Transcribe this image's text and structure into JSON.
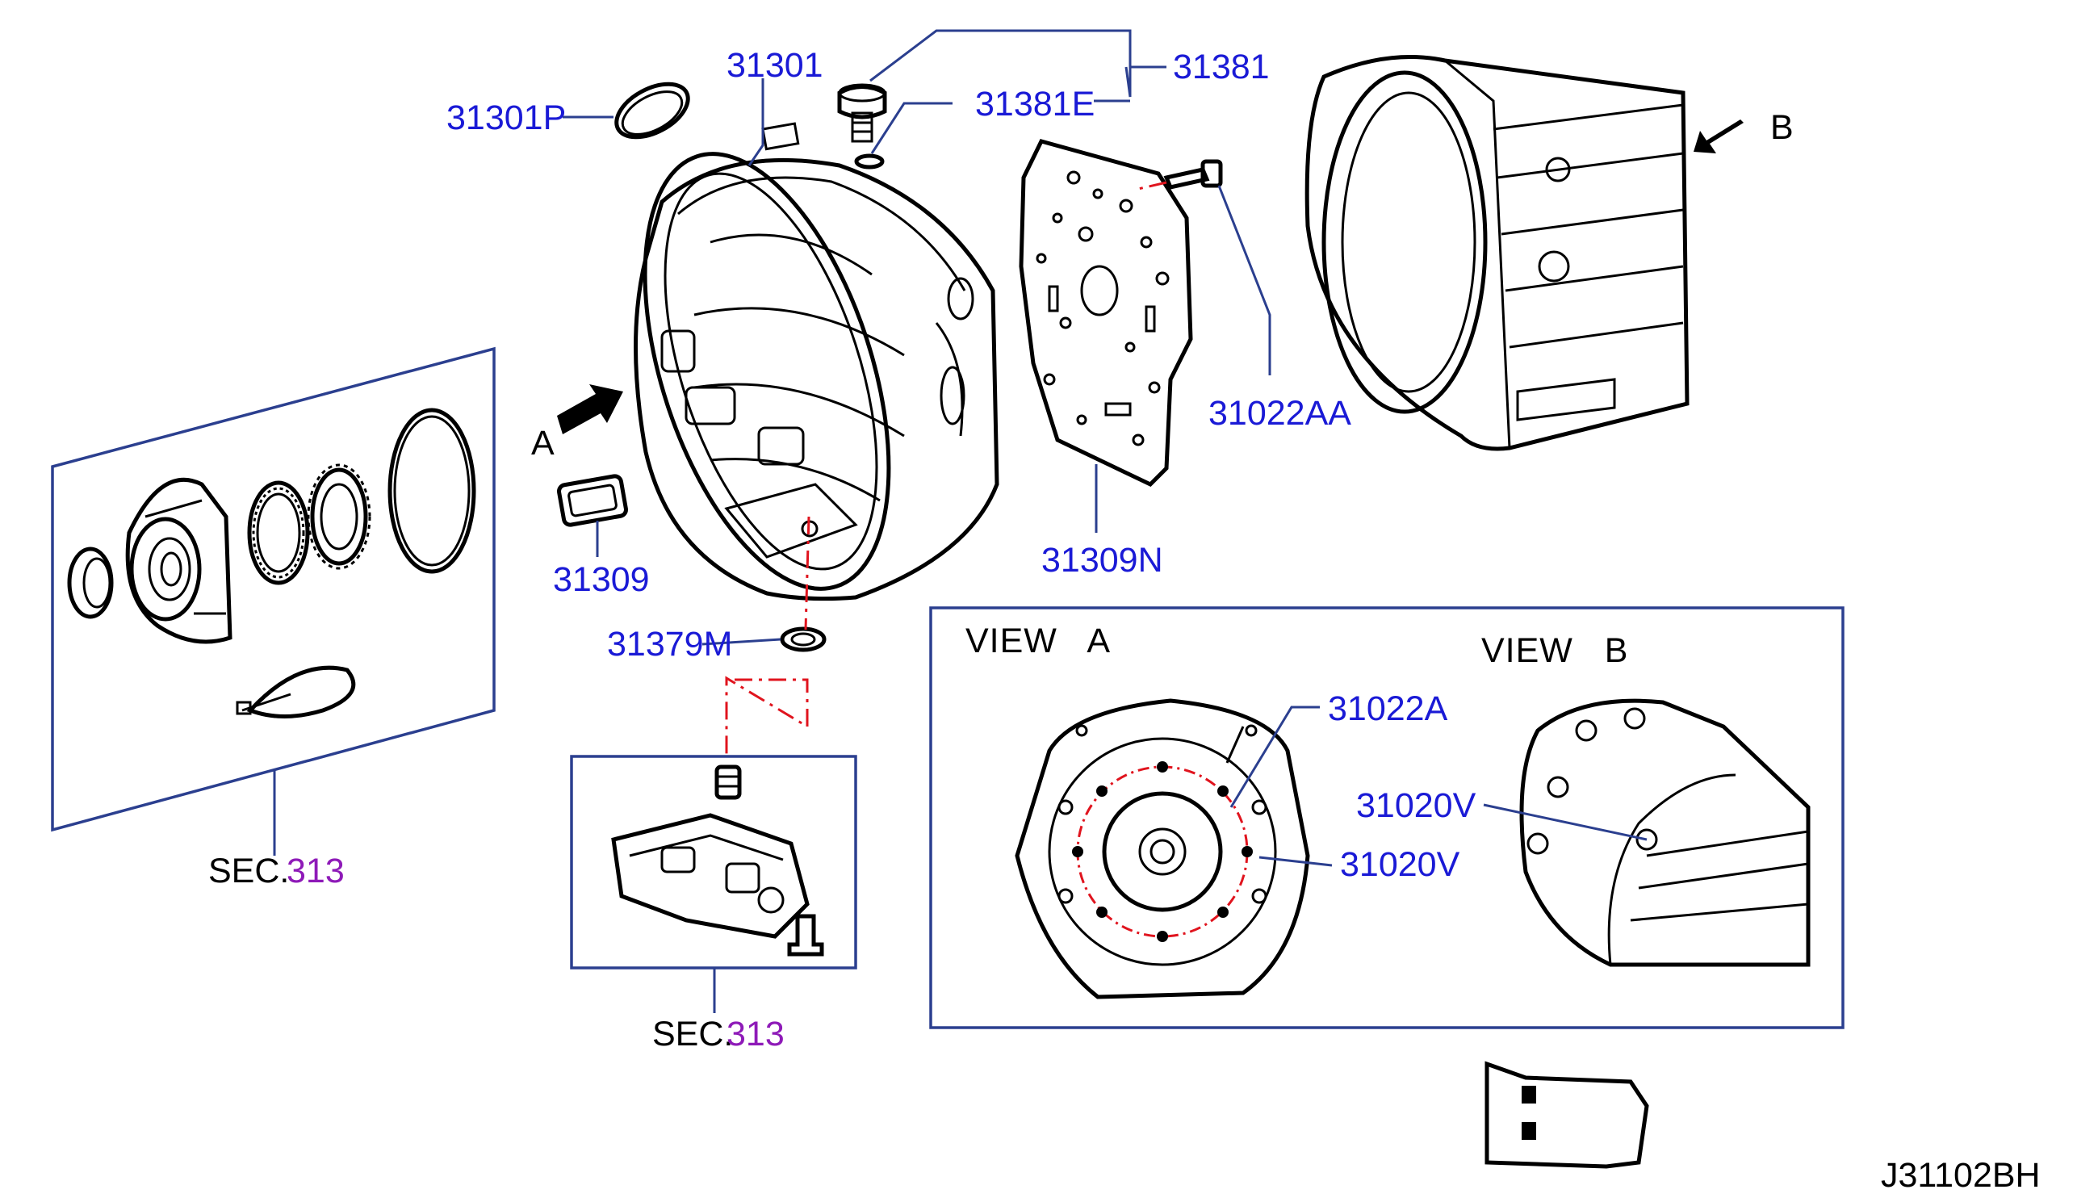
{
  "colors": {
    "part_number": "#1a1ad6",
    "section_ref": "#8e1ab8",
    "frame": "#2b3f8f",
    "line_art": "#000000",
    "dash_line": "#e0141e"
  },
  "part_labels": {
    "p31301": "31301",
    "p31301P": "31301P",
    "p31381": "31381",
    "p31381E": "31381E",
    "p31022AA": "31022AA",
    "p31309": "31309",
    "p31309N": "31309N",
    "p31379M": "31379M",
    "p31022A": "31022A",
    "p31020V_b": "31020V",
    "p31020V_a": "31020V"
  },
  "section_refs": [
    {
      "prefix": "SEC.",
      "number": "313"
    },
    {
      "prefix": "SEC.",
      "number": "313"
    }
  ],
  "views": {
    "arrow_a": "A",
    "arrow_b": "B",
    "view_a_title": "VIEW   A",
    "view_b_title": "VIEW   B"
  },
  "diagram_code": "J31102BH"
}
